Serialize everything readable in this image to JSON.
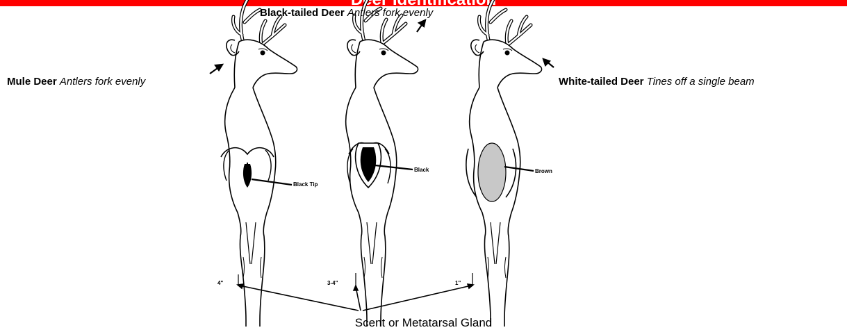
{
  "header": {
    "title": "Deer Identification",
    "color": "#ff0000"
  },
  "deer": [
    {
      "name": "Mule Deer",
      "antler_note": "Antlers fork evenly",
      "rump_label": "Black Tip",
      "gland_size": "4\""
    },
    {
      "name": "Black-tailed Deer",
      "antler_note": "Antlers fork evenly",
      "rump_label": "Black",
      "gland_size": "3-4\""
    },
    {
      "name": "White-tailed Deer",
      "antler_note": "Tines off a single beam",
      "rump_label": "Brown",
      "gland_size": "1\""
    }
  ],
  "gland_caption": "Scent or Metatarsal Gland",
  "colors": {
    "black_tip": "#000000",
    "brown_rump": "#c8c8c8"
  }
}
